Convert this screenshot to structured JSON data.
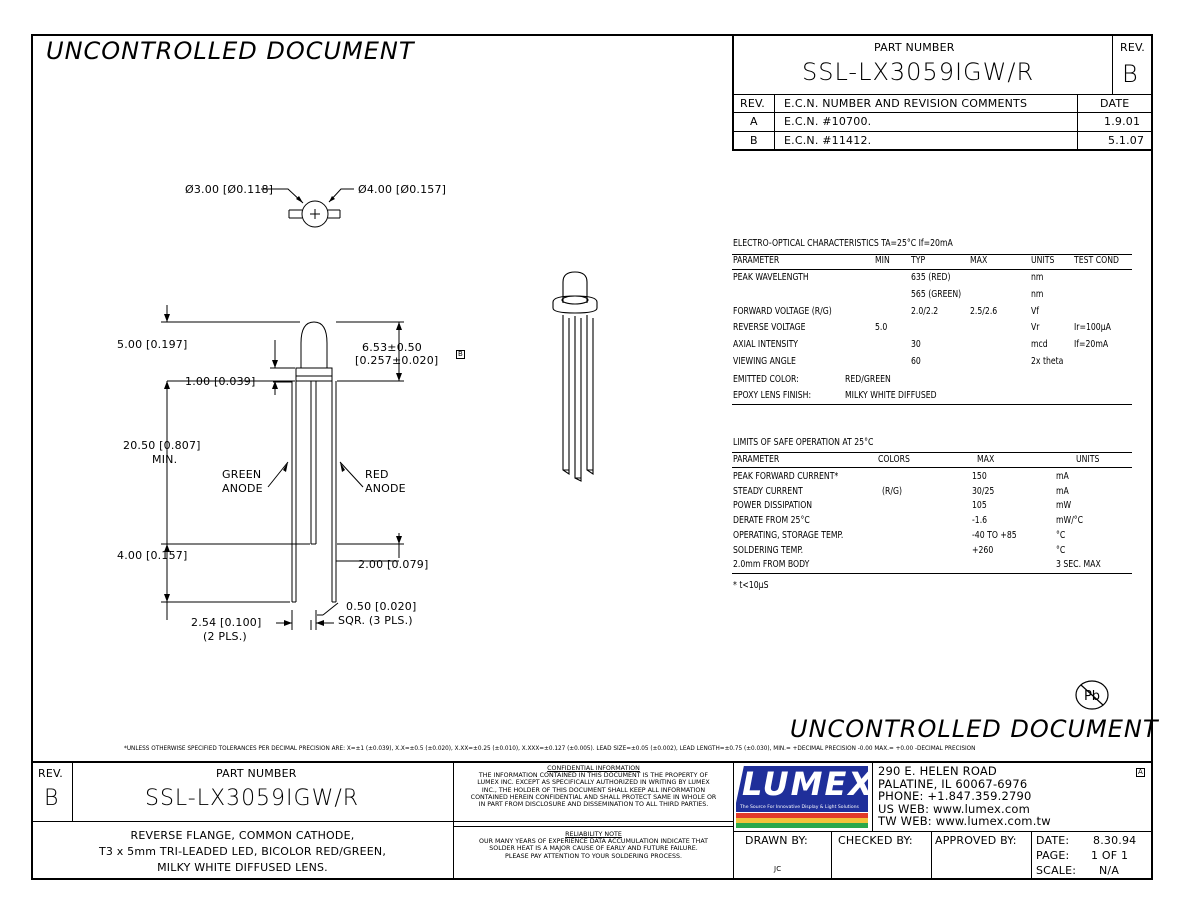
{
  "header": {
    "uncontrolled_top": "UNCONTROLLED DOCUMENT",
    "part_number_label": "PART NUMBER",
    "part_number": "SSL-LX3059IGW/R",
    "rev_label": "REV.",
    "rev": "B"
  },
  "revisions": {
    "col_rev": "REV.",
    "col_ecn": "E.C.N. NUMBER AND REVISION COMMENTS",
    "col_date": "DATE",
    "rows": [
      {
        "rev": "A",
        "ecn": "E.C.N. #10700.",
        "date": "1.9.01"
      },
      {
        "rev": "B",
        "ecn": "E.C.N. #11412.",
        "date": "5.1.07"
      }
    ]
  },
  "drawing": {
    "dia_inner": "Ø3.00 [Ø0.118]",
    "dia_outer": "Ø4.00 [Ø0.157]",
    "d_500": "5.00 [0.197]",
    "d_100": "1.00 [0.039]",
    "d_653": "6.53±0.50",
    "d_653_in": "[0.257±0.020]",
    "flag": "B",
    "d_2050": "20.50 [0.807]",
    "d_min": "MIN.",
    "green_1": "GREEN",
    "green_2": "ANODE",
    "red_1": "RED",
    "red_2": "ANODE",
    "d_400": "4.00 [0.157]",
    "d_200": "2.00 [0.079]",
    "d_050": "0.50 [0.020]",
    "d_sqr": "SQR. (3 PLS.)",
    "d_254": "2.54 [0.100]",
    "d_2pls": "(2 PLS.)"
  },
  "electro_optical": {
    "title": "ELECTRO-OPTICAL CHARACTERISTICS TA=25°C      If=20mA",
    "headers": [
      "PARAMETER",
      "MIN",
      "TYP",
      "MAX",
      "UNITS",
      "TEST COND"
    ],
    "rows": [
      [
        "PEAK WAVELENGTH",
        "",
        "635 (RED)",
        "",
        "nm",
        ""
      ],
      [
        "",
        "",
        "565 (GREEN)",
        "",
        "nm",
        ""
      ],
      [
        "FORWARD VOLTAGE (R/G)",
        "",
        "2.0/2.2",
        "2.5/2.6",
        "Vf",
        ""
      ],
      [
        "REVERSE VOLTAGE",
        "5.0",
        "",
        "",
        "Vr",
        "Ir=100µA"
      ],
      [
        "AXIAL INTENSITY",
        "",
        "30",
        "",
        "mcd",
        "If=20mA"
      ],
      [
        "VIEWING ANGLE",
        "",
        "60",
        "",
        "2x theta",
        ""
      ]
    ],
    "emitted_label": "EMITTED COLOR:",
    "emitted_value": "RED/GREEN",
    "epoxy_label": "EPOXY LENS FINISH:",
    "epoxy_value": "MILKY WHITE DIFFUSED"
  },
  "limits": {
    "title": "LIMITS OF SAFE OPERATION AT 25°C",
    "headers": [
      "PARAMETER",
      "COLORS",
      "MAX",
      "UNITS"
    ],
    "rows": [
      [
        "PEAK FORWARD CURRENT*",
        "",
        "150",
        "mA"
      ],
      [
        "STEADY CURRENT",
        "(R/G)",
        "30/25",
        "mA"
      ],
      [
        "POWER DISSIPATION",
        "",
        "105",
        "mW"
      ],
      [
        "DERATE FROM 25°C",
        "",
        "-1.6",
        "mW/°C"
      ],
      [
        "OPERATING, STORAGE TEMP.",
        "",
        "-40 TO +85",
        "°C"
      ],
      [
        "SOLDERING TEMP.",
        "",
        "+260",
        "°C"
      ],
      [
        "2.0mm FROM BODY",
        "",
        "",
        "3 SEC. MAX"
      ]
    ],
    "footnote": "* t<10µS"
  },
  "pb_mark": "Pb",
  "uncontrolled_bottom": "UNCONTROLLED DOCUMENT",
  "tolerance_note": "*UNLESS OTHERWISE SPECIFIED TOLERANCES PER DECIMAL PRECISION ARE: X=±1 (±0.039), X.X=±0.5 (±0.020), X.XX=±0.25 (±0.010), X.XXX=±0.127 (±0.005).  LEAD SIZE=±0.05 (±0.002), LEAD LENGTH=±0.75 (±0.030), MIN.= +DECIMAL PRECISION -0.00   MAX.= +0.00 -DECIMAL PRECISION",
  "title_block": {
    "rev_label": "REV.",
    "rev": "B",
    "part_number_label": "PART NUMBER",
    "part_number": "SSL-LX3059IGW/R",
    "description": [
      "REVERSE FLANGE, COMMON CATHODE,",
      "T3 x 5mm TRI-LEADED LED, BICOLOR RED/GREEN,",
      "MILKY WHITE DIFFUSED LENS."
    ],
    "confidential_title": "CONFIDENTIAL INFORMATION",
    "confidential_text": [
      "THE INFORMATION CONTAINED IN THIS DOCUMENT IS THE PROPERTY OF",
      "LUMEX INC. EXCEPT AS SPECIFICALLY AUTHORIZED IN WRITING BY LUMEX",
      "INC., THE HOLDER OF THIS DOCUMENT SHALL KEEP ALL INFORMATION",
      "CONTAINED HEREIN CONFIDENTIAL AND SHALL PROTECT SAME IN WHOLE OR",
      "IN PART FROM DISCLOSURE AND DISSEMINATION TO ALL THIRD PARTIES."
    ],
    "reliability_title": "RELIABILITY NOTE",
    "reliability_text": [
      "OUR MANY YEARS OF EXPERIENCE DATA ACCUMULATION INDICATE THAT",
      "SOLDER HEAT IS A MAJOR CAUSE OF EARLY AND FUTURE FAILURE.",
      "PLEASE PAY ATTENTION TO YOUR SOLDERING PROCESS."
    ],
    "logo": "LUMEX",
    "logo_tagline": "The Source For Innovative Display & Light Solutions",
    "address": [
      "290 E. HELEN ROAD",
      "PALATINE, IL  60067-6976",
      "PHONE: +1.847.359.2790",
      "US WEB: www.lumex.com",
      "TW WEB: www.lumex.com.tw"
    ],
    "addr_flag": "A",
    "drawn_by_label": "DRAWN BY:",
    "drawn_by": "JC",
    "checked_by_label": "CHECKED BY:",
    "approved_by_label": "APPROVED BY:",
    "date_label": "DATE:",
    "date": "8.30.94",
    "page_label": "PAGE:",
    "page": "1 OF 1",
    "scale_label": "SCALE:",
    "scale": "N/A"
  },
  "colors": {
    "logo_blue": "#1f2f9a",
    "logo_stripe_top": "#e23b2a",
    "logo_stripe_mid": "#f3c33a",
    "logo_stripe_bot": "#2aa84a"
  }
}
